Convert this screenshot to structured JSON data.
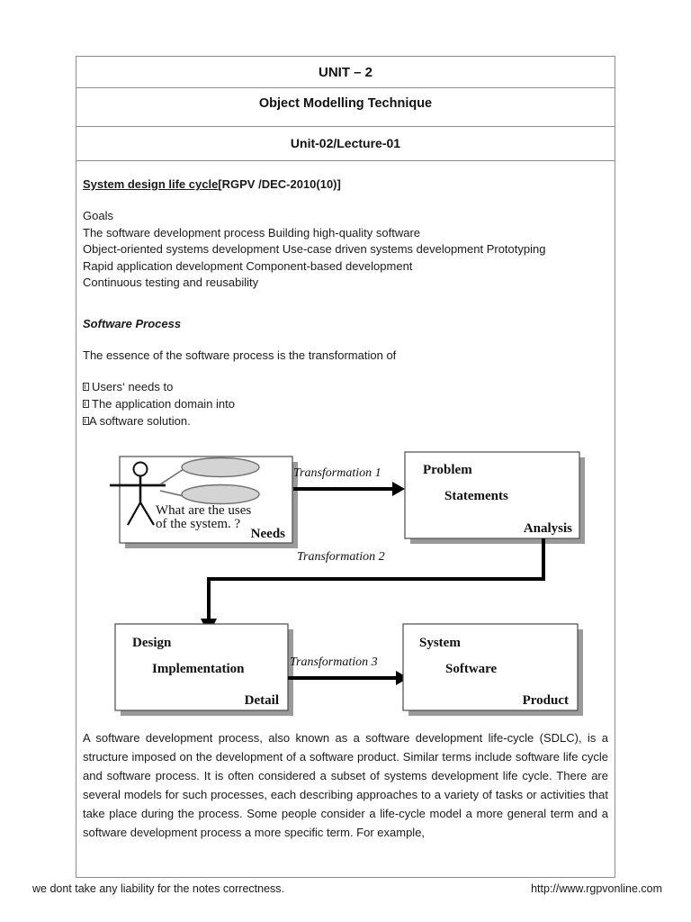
{
  "header": {
    "unit": "UNIT – 2",
    "subject": "Object Modelling Technique",
    "lecture": "Unit-02/Lecture-01"
  },
  "section": {
    "title": "System  design  life  cycle",
    "reference": "[RGPV /DEC-2010(10)]",
    "goals_heading": "Goals",
    "goals_lines": [
      "The software development process Building high-quality software",
      "Object-oriented systems development Use-case driven systems development Prototyping",
      "Rapid application development Component-based development",
      "Continuous testing and reusability"
    ],
    "software_process_heading": "Software Process",
    "essence_line": "The essence of the software process is the transformation of",
    "transformation_items": [
      "Users‘ needs to",
      "The application domain into",
      "A software solution."
    ]
  },
  "diagram": {
    "usecase_box": {
      "question_line_1": "What are the uses",
      "question_line_2": "of the system. ?",
      "corner_label": "Needs"
    },
    "problem_box": {
      "line_1": "Problem",
      "line_2": "Statements",
      "corner_label": "Analysis"
    },
    "design_box": {
      "line_1": "Design",
      "line_2": "Implementation",
      "corner_label": "Detail"
    },
    "system_box": {
      "line_1": "System",
      "line_2": "Software",
      "corner_label": "Product"
    },
    "arrows": {
      "transformation_1": "Transformation 1",
      "transformation_2": "Transformation 2",
      "transformation_3": "Transformation 3"
    },
    "colors": {
      "ellipse_fill": "#d4d4d4",
      "ellipse_stroke": "#6e6e6e",
      "shadow": "#9a9a9a",
      "stroke": "#000000"
    }
  },
  "body_paragraph": "A software development process, also known as a software development life-cycle (SDLC), is a structure imposed on the development of a software product. Similar terms include software life cycle and software process. It is often considered a subset of systems development life cycle. There are several models for such processes, each describing approaches to a variety of tasks or activities that take place during the process. Some people consider a life-cycle model a more general term and a software development process a more specific term. For example,",
  "footer": {
    "disclaimer": "we dont take any liability for the notes correctness.",
    "url": "http://www.rgpvonline.com"
  }
}
